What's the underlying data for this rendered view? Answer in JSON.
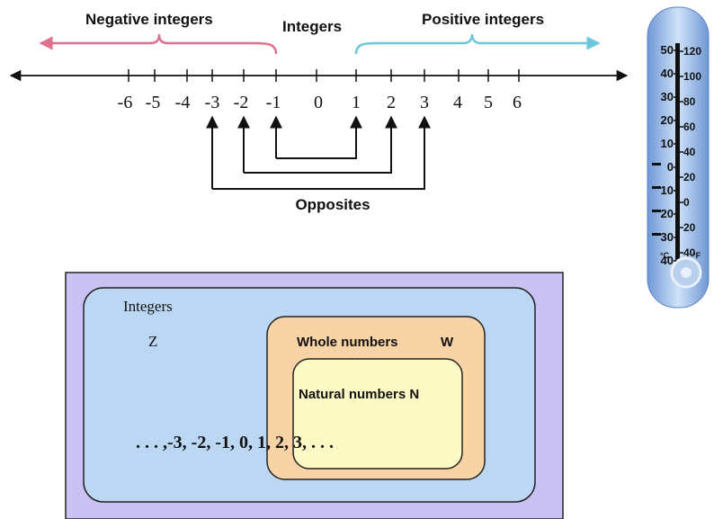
{
  "number_line": {
    "label_negative": "Negative integers",
    "label_integers": "Integers",
    "label_positive": "Positive integers",
    "ticks": [
      "-6",
      "-5",
      "-4",
      "-3",
      "-2",
      "-1",
      "0",
      "1",
      "2",
      "3",
      "4",
      "5",
      "6"
    ],
    "opposites_label": "Opposites",
    "colors": {
      "negative": "#e0708c",
      "positive": "#6cc6dc"
    }
  },
  "thermometer": {
    "celsius_ticks": [
      "50",
      "40",
      "30",
      "20",
      "10",
      "0",
      "10",
      "20",
      "30",
      "40"
    ],
    "fahrenheit_ticks": [
      "120",
      "100",
      "80",
      "60",
      "40",
      "20",
      "0",
      "20",
      "40"
    ],
    "celsius_unit": "°C",
    "fahrenheit_unit": "°F"
  },
  "venn": {
    "outer_label": "Integers",
    "outer_symbol": "Z",
    "whole_label": "Whole numbers",
    "whole_symbol": "W",
    "natural_label": "Natural numbers N",
    "sequence": ". . . ,-3, -2, -1, 0, 1, 2, 3, . . .",
    "colors": {
      "frame": "#c9c2f2",
      "integers": "#bcd7f3",
      "whole": "#f8d3a6",
      "natural": "#fdfac6"
    }
  }
}
